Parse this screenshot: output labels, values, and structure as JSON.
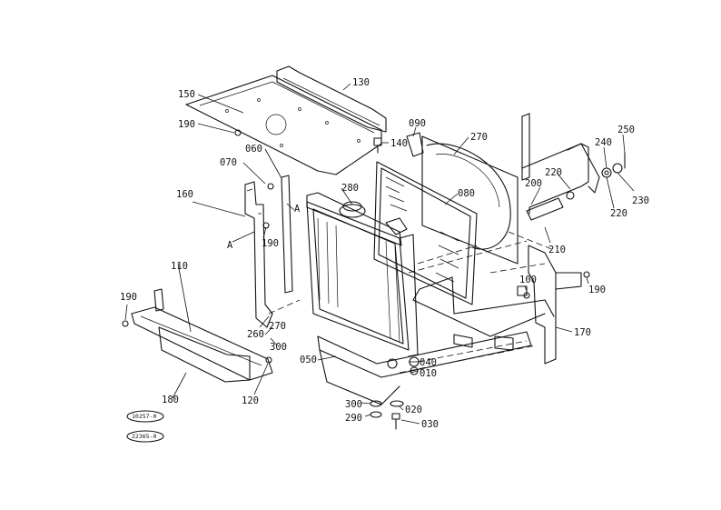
{
  "labels": {
    "p130": "130",
    "p150": "150",
    "p190a": "190",
    "p060": "060",
    "p070": "070",
    "p140": "140",
    "p090": "090",
    "p270a": "270",
    "p250": "250",
    "p240": "240",
    "p220a": "220",
    "p200": "200",
    "p230": "230",
    "p220b": "220",
    "p160": "160",
    "pA1": "A",
    "pA2": "A",
    "p190b": "190",
    "p280": "280",
    "p080": "080",
    "p210": "210",
    "p100": "100",
    "p190c": "190",
    "p110": "110",
    "p190d": "190",
    "p170": "170",
    "p260": "260",
    "p270b": "270",
    "p300a": "300",
    "p050": "050",
    "p040": "040",
    "p010": "010",
    "p120": "120",
    "p180": "180",
    "p300b": "300",
    "p020": "020",
    "p290": "290",
    "p030": "030"
  },
  "stamps": {
    "code1": "10257-0",
    "code2": "22365-0"
  }
}
